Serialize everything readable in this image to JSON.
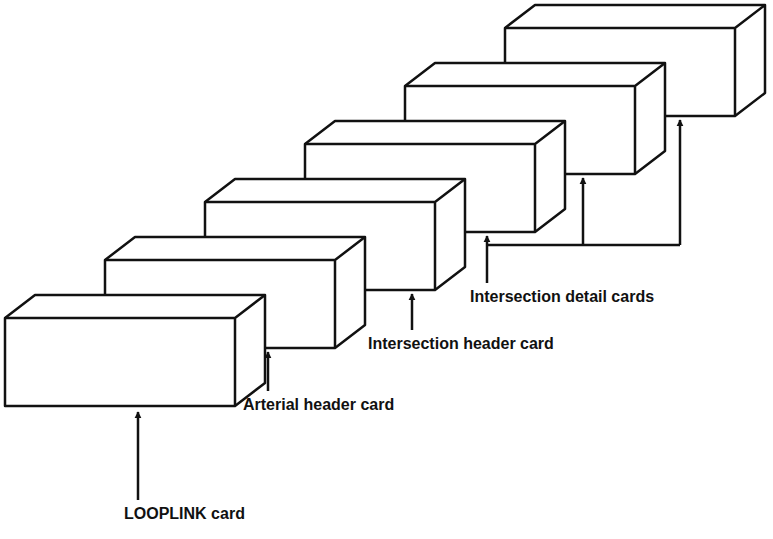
{
  "diagram": {
    "labels": [
      "LOOPLINK card",
      "Arterial header card",
      "Intersection header card",
      "Intersection detail cards"
    ]
  }
}
